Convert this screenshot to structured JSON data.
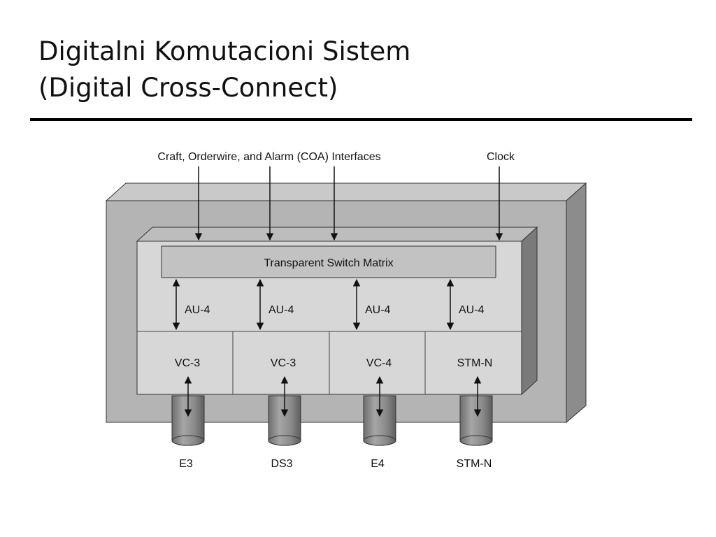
{
  "slide": {
    "title_line1": "Digitalni Komutacioni Sistem",
    "title_line2": "(Digital Cross-Connect)"
  },
  "diagram": {
    "coa_label": "Craft, Orderwire, and Alarm (COA) Interfaces",
    "clock_label": "Clock",
    "matrix_label": "Transparent Switch Matrix",
    "au_labels": [
      "AU-4",
      "AU-4",
      "AU-4",
      "AU-4"
    ],
    "vc_labels": [
      "VC-3",
      "VC-3",
      "VC-4",
      "STM-N"
    ],
    "port_labels": [
      "E3",
      "DS3",
      "E4",
      "STM-N"
    ],
    "colors": {
      "outer_front": "#b4b4b4",
      "outer_top": "#c9c9c9",
      "outer_side": "#8c8c8c",
      "inner_front": "#d7d7d7",
      "inner_top": "#bdbdbd",
      "inner_side": "#7a7a7a",
      "matrix": "#c2c2c2",
      "cylinder": "#8a8a8a"
    }
  }
}
